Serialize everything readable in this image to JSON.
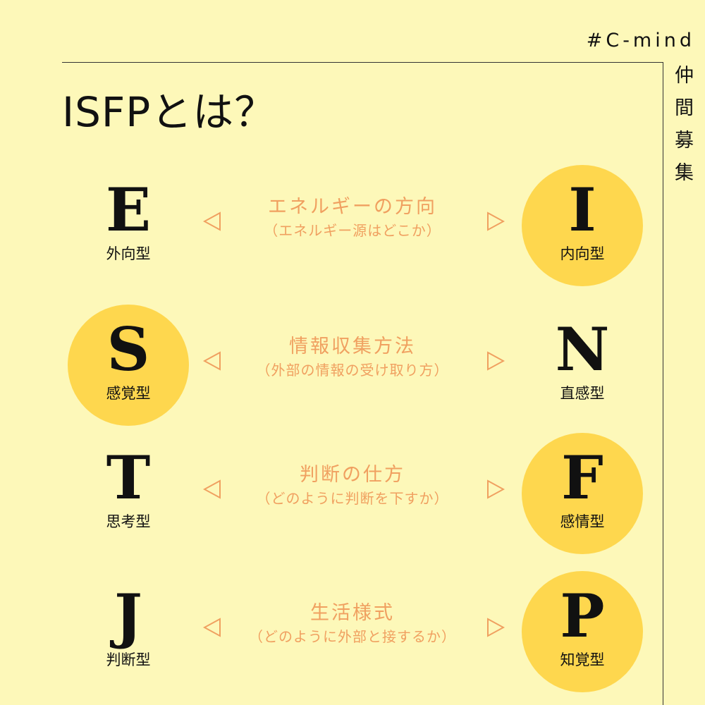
{
  "brand": {
    "hashtag": "#C-mind",
    "tagline": "仲間募集"
  },
  "title": "ISFPとは？",
  "accent_color": "#fed74e",
  "label_color": "#f0a060",
  "dimensions": [
    {
      "left": {
        "letter": "E",
        "type": "外向型",
        "highlighted": false
      },
      "right": {
        "letter": "I",
        "type": "内向型",
        "highlighted": true
      },
      "label": "エネルギーの方向",
      "sublabel": "（エネルギー源はどこか）"
    },
    {
      "left": {
        "letter": "S",
        "type": "感覚型",
        "highlighted": true
      },
      "right": {
        "letter": "N",
        "type": "直感型",
        "highlighted": false
      },
      "label": "情報収集方法",
      "sublabel": "（外部の情報の受け取り方）"
    },
    {
      "left": {
        "letter": "T",
        "type": "思考型",
        "highlighted": false
      },
      "right": {
        "letter": "F",
        "type": "感情型",
        "highlighted": true
      },
      "label": "判断の仕方",
      "sublabel": "（どのように判断を下すか）"
    },
    {
      "left": {
        "letter": "J",
        "type": "判断型",
        "highlighted": false
      },
      "right": {
        "letter": "P",
        "type": "知覚型",
        "highlighted": true
      },
      "label": "生活様式",
      "sublabel": "（どのように外部と接するか）"
    }
  ]
}
